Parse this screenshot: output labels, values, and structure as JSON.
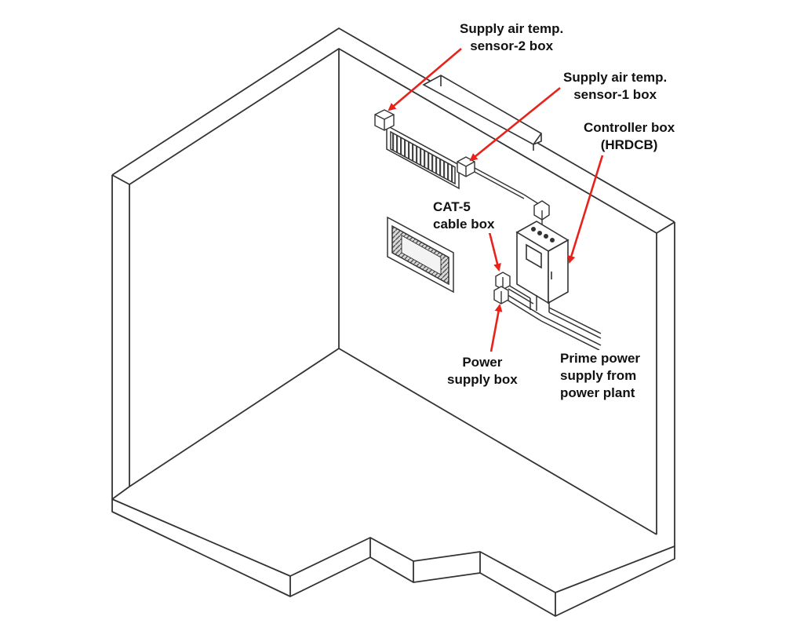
{
  "colors": {
    "line": "#333333",
    "arrow": "#e8221b",
    "text": "#111111",
    "background": "#ffffff"
  },
  "labels": {
    "sensor2": {
      "line1": "Supply air temp.",
      "line2": "sensor-2 box"
    },
    "sensor1": {
      "line1": "Supply air temp.",
      "line2": "sensor-1 box"
    },
    "controller": {
      "line1": "Controller box",
      "line2": "(HRDCB)"
    },
    "cat5": {
      "line1": "CAT-5",
      "line2": "cable box"
    },
    "power_supply": {
      "line1": "Power",
      "line2": "supply box"
    },
    "prime_power": {
      "line1": "Prime power",
      "line2": "supply from",
      "line3": "power plant"
    }
  }
}
